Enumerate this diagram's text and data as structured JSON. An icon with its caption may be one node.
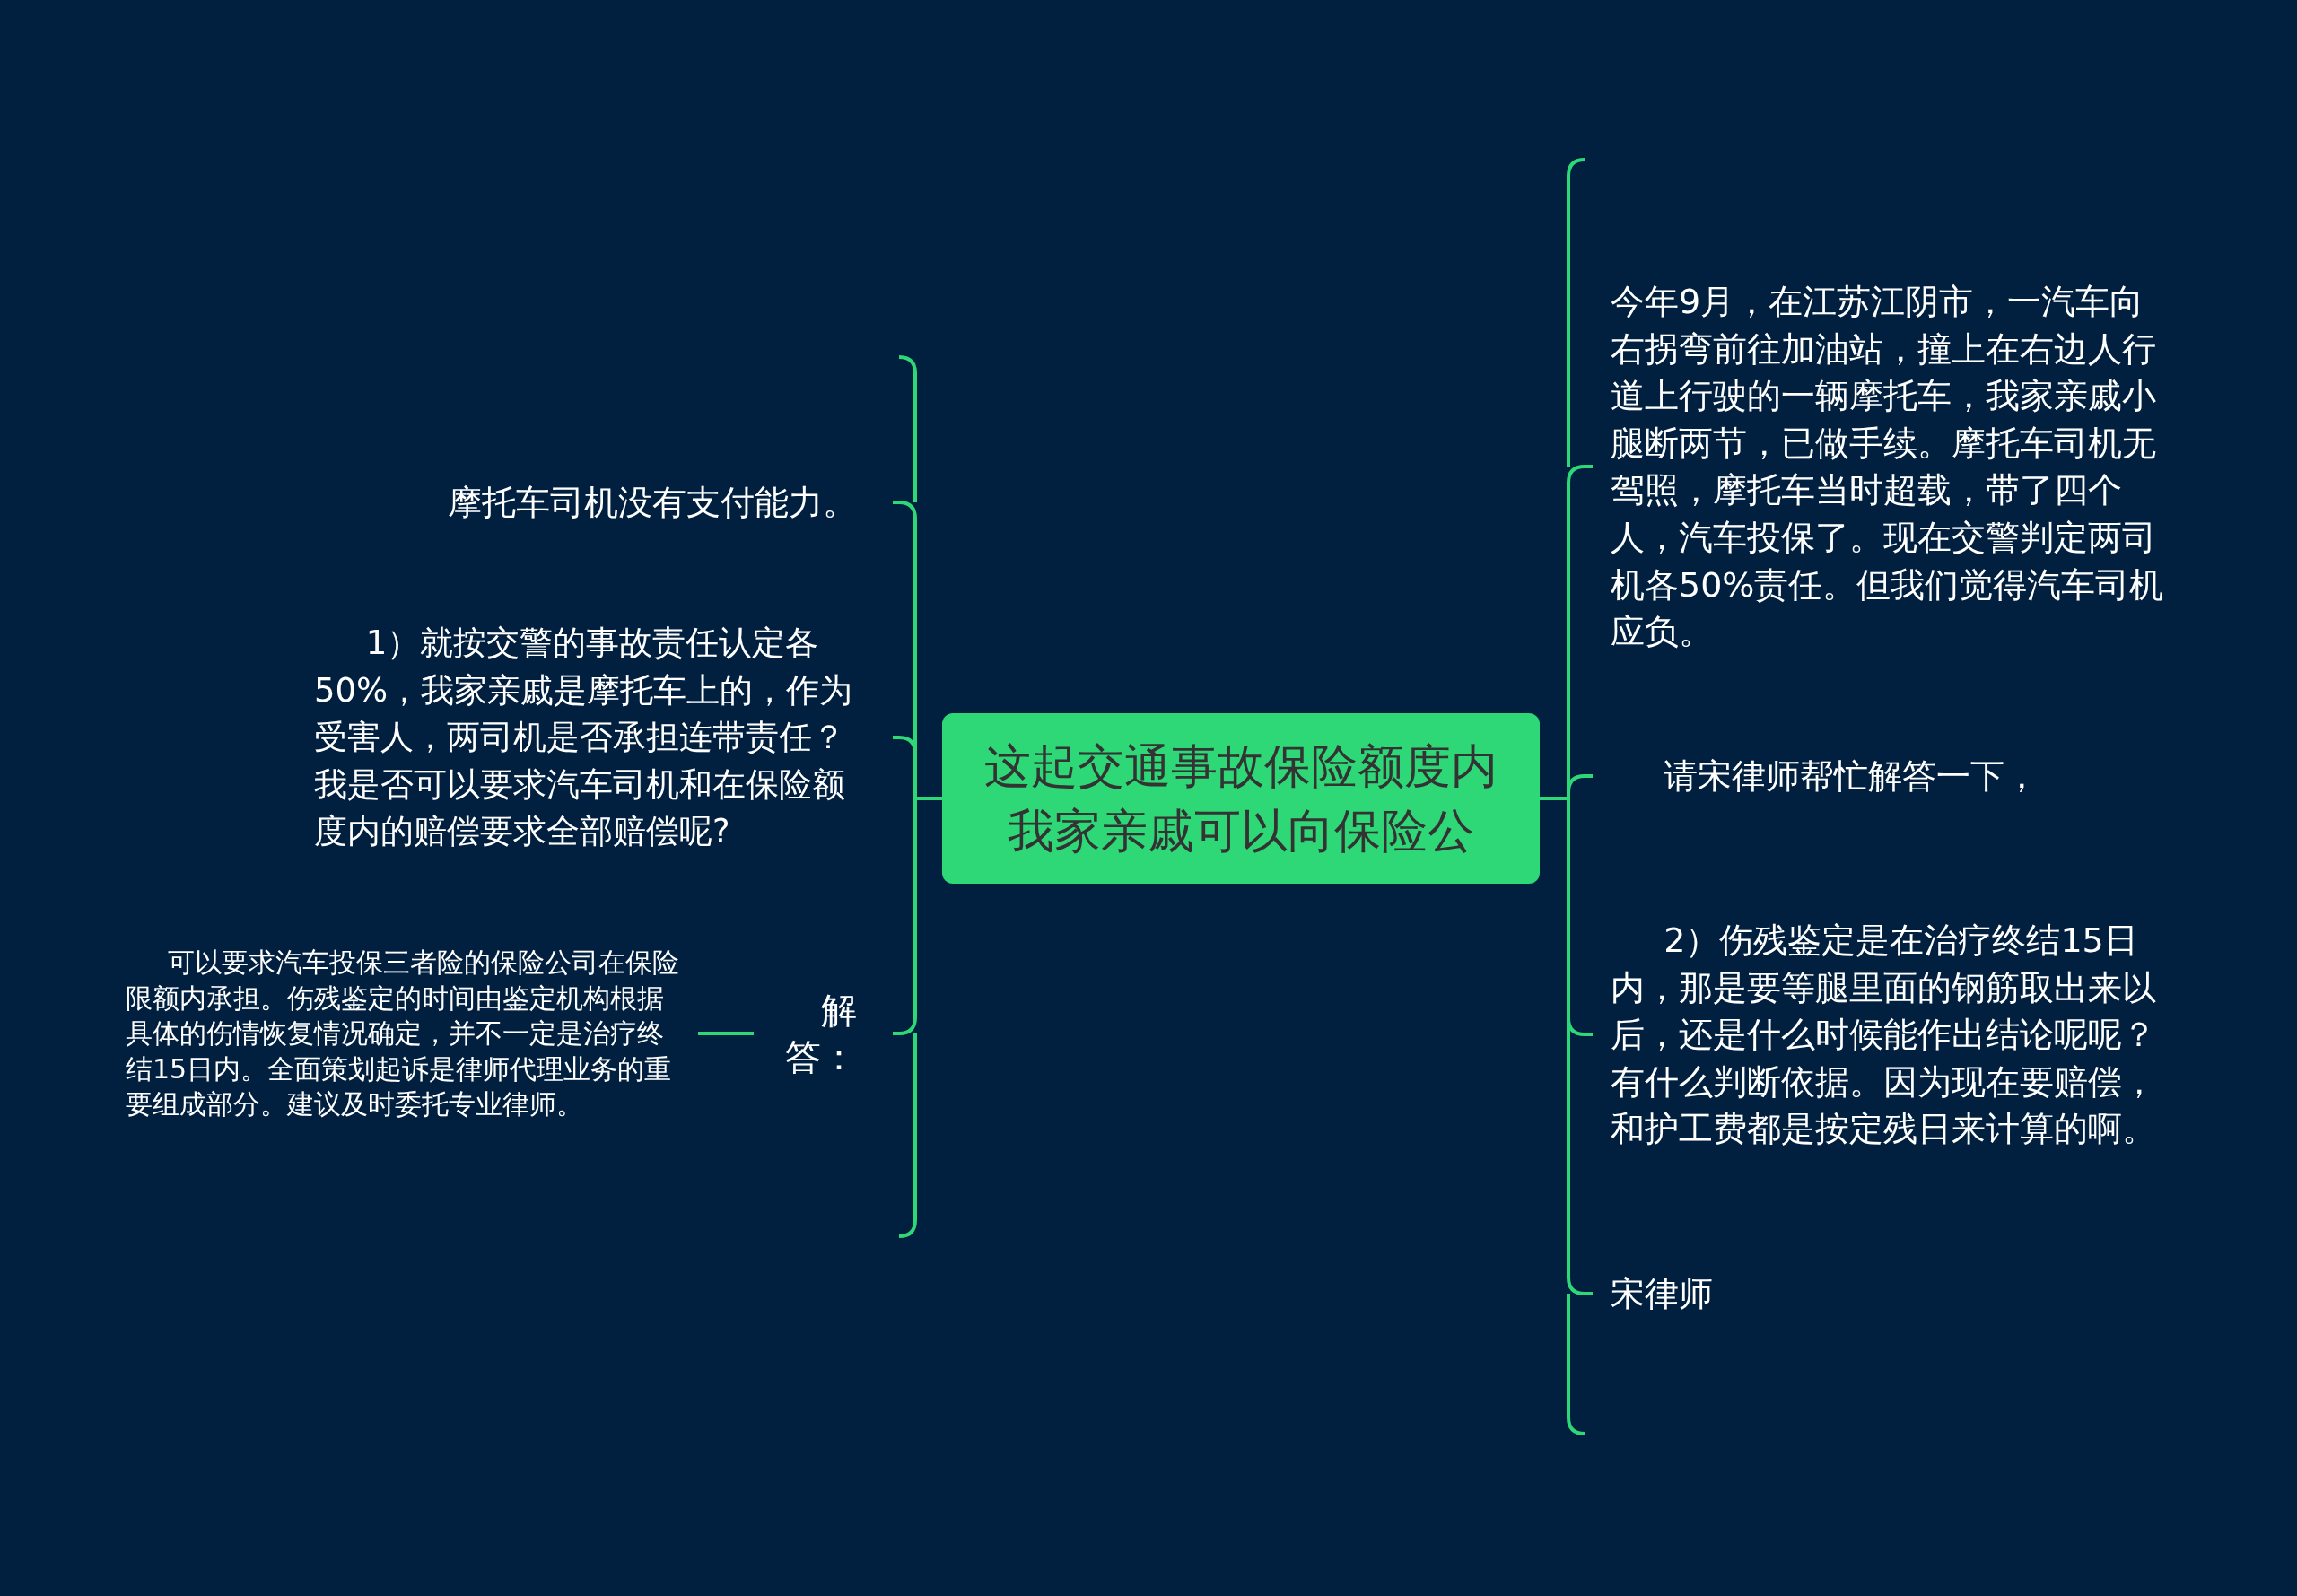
{
  "diagram": {
    "nodes": [
      {
        "text": [
          "这起交通事故保险额度内我家亲戚可以向保险公"
        ]
      },
      {
        "text": [
          "摩托车司机没有支付能力。"
        ]
      },
      {
        "text": [
          "1）就按交警的事故责任认定各50%，我家亲戚是摩托车上的，作为受害人，两司机是否承担连带责任？我是否可以要求汽车司机和在保险额度内的赔偿要求全部赔偿呢?"
        ]
      },
      {
        "text": [
          "解答："
        ]
      },
      {
        "text": [
          "可以要求汽车投保三者险的保险公司在保险限额内承担。伤残鉴定的时间由鉴定机构根据具体的伤情恢复情况确定，并不一定是治疗终结15日内。全面策划起诉是律师代理业务的重要组成部分。建议及时委托专业律师。"
        ]
      },
      {
        "text": [
          "今年9月，在江苏江阴市，一汽车向右拐弯前往加油站，撞上在右边人行道上行驶的一辆摩托车，我家亲戚小腿断两节，已做手续。摩托车司机无驾照，摩托车当时超载，带了四个人，汽车投保了。现在交警判定两司机各50%责任。但我们觉得汽车司机应负。"
        ]
      },
      {
        "text": [
          "请宋律师帮忙解答一下，"
        ]
      },
      {
        "text": [
          "2）伤残鉴定是在治疗终结15日内，那是要等腿里面的钢筋取出来以后，还是什么时候能作出结论呢呢？有什么判断依据。因为现在要赔偿，和护工费都是按定残日来计算的啊。"
        ]
      },
      {
        "text": [
          "宋律师"
        ]
      }
    ],
    "edges": [
      {
        "from": 0,
        "to": 1,
        "arrow": "none"
      },
      {
        "from": 0,
        "to": 2,
        "arrow": "none"
      },
      {
        "from": 0,
        "to": 3,
        "arrow": "none"
      },
      {
        "from": 3,
        "to": 4,
        "arrow": "none"
      },
      {
        "from": 0,
        "to": 5,
        "arrow": "none"
      },
      {
        "from": 0,
        "to": 6,
        "arrow": "none"
      },
      {
        "from": 0,
        "to": 7,
        "arrow": "none"
      },
      {
        "from": 0,
        "to": 8,
        "arrow": "none"
      }
    ]
  }
}
